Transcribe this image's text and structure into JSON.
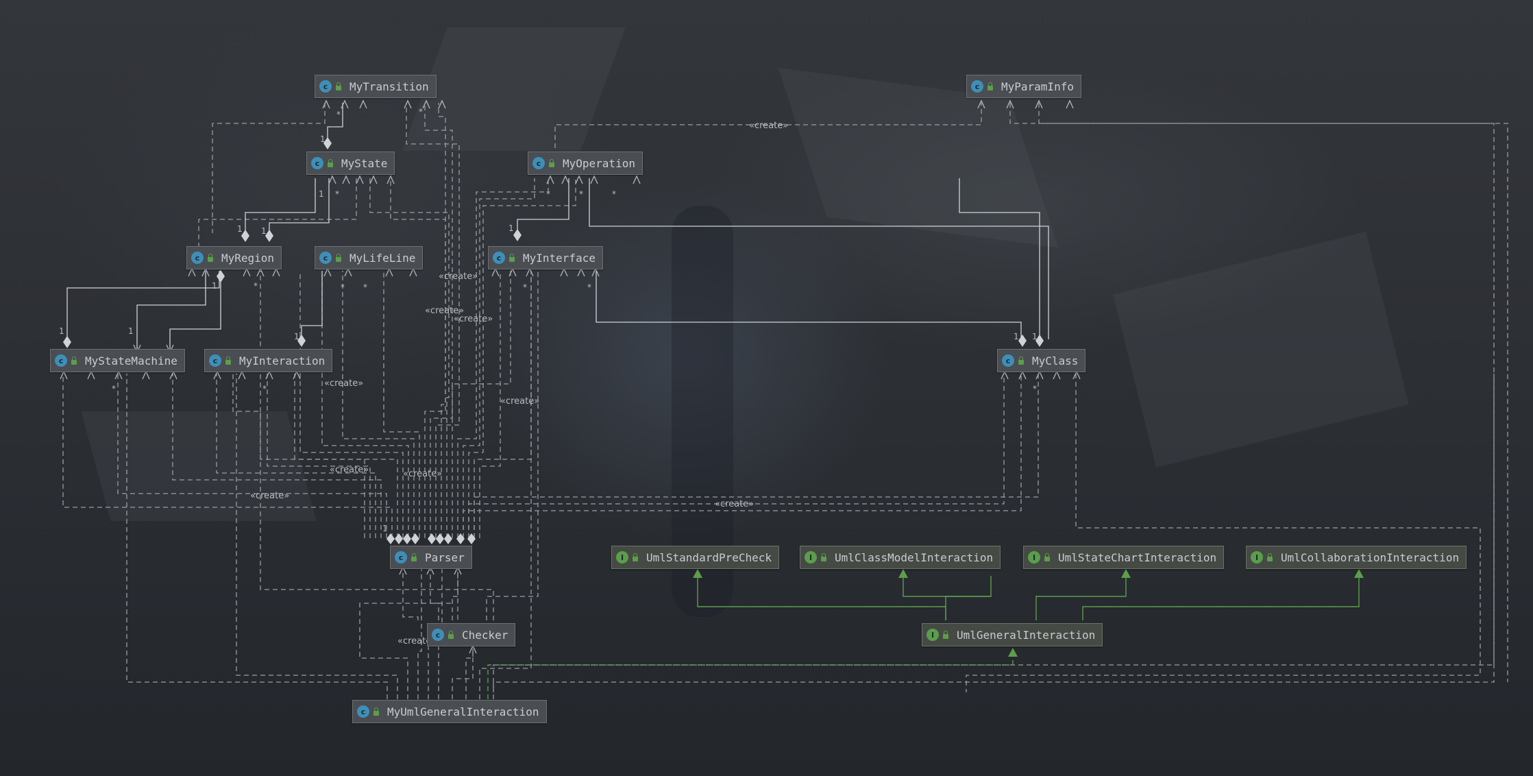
{
  "diagram": {
    "create_label": "«create»",
    "mult_one": "1",
    "mult_many": "*"
  },
  "nodes": {
    "MyTransition": {
      "label": "MyTransition",
      "kind": "class",
      "icon": "class-icon"
    },
    "MyParamInfo": {
      "label": "MyParamInfo",
      "kind": "class",
      "icon": "class-icon"
    },
    "MyState": {
      "label": "MyState",
      "kind": "class",
      "icon": "class-icon"
    },
    "MyOperation": {
      "label": "MyOperation",
      "kind": "class",
      "icon": "class-icon"
    },
    "MyRegion": {
      "label": "MyRegion",
      "kind": "class",
      "icon": "class-icon"
    },
    "MyLifeLine": {
      "label": "MyLifeLine",
      "kind": "class",
      "icon": "class-icon"
    },
    "MyInterface": {
      "label": "MyInterface",
      "kind": "class",
      "icon": "class-icon"
    },
    "MyStateMachine": {
      "label": "MyStateMachine",
      "kind": "class",
      "icon": "class-icon"
    },
    "MyInteraction": {
      "label": "MyInteraction",
      "kind": "class",
      "icon": "class-icon"
    },
    "MyClass": {
      "label": "MyClass",
      "kind": "class",
      "icon": "class-icon"
    },
    "Parser": {
      "label": "Parser",
      "kind": "class",
      "icon": "class-icon"
    },
    "UmlStandardPreCheck": {
      "label": "UmlStandardPreCheck",
      "kind": "interface",
      "icon": "interface-icon"
    },
    "UmlClassModelInteraction": {
      "label": "UmlClassModelInteraction",
      "kind": "interface",
      "icon": "interface-icon"
    },
    "UmlStateChartInteraction": {
      "label": "UmlStateChartInteraction",
      "kind": "interface",
      "icon": "interface-icon"
    },
    "UmlCollaborationInteraction": {
      "label": "UmlCollaborationInteraction",
      "kind": "interface",
      "icon": "interface-icon"
    },
    "Checker": {
      "label": "Checker",
      "kind": "class",
      "icon": "class-icon"
    },
    "UmlGeneralInteraction": {
      "label": "UmlGeneralInteraction",
      "kind": "interface",
      "icon": "interface-icon"
    },
    "MyUmlGeneralInteraction": {
      "label": "MyUmlGeneralInteraction",
      "kind": "class",
      "icon": "class-icon"
    }
  },
  "icon_letters": {
    "class": "c",
    "interface": "I"
  },
  "colors": {
    "dependency_line": "#9a9ea3",
    "association_line": "#d0d3d6",
    "realization_line": "#5c9e4a",
    "class_icon": "#3e8fb8",
    "interface_icon": "#5a9e4b",
    "visibility_lock": "#5c9e4a"
  }
}
